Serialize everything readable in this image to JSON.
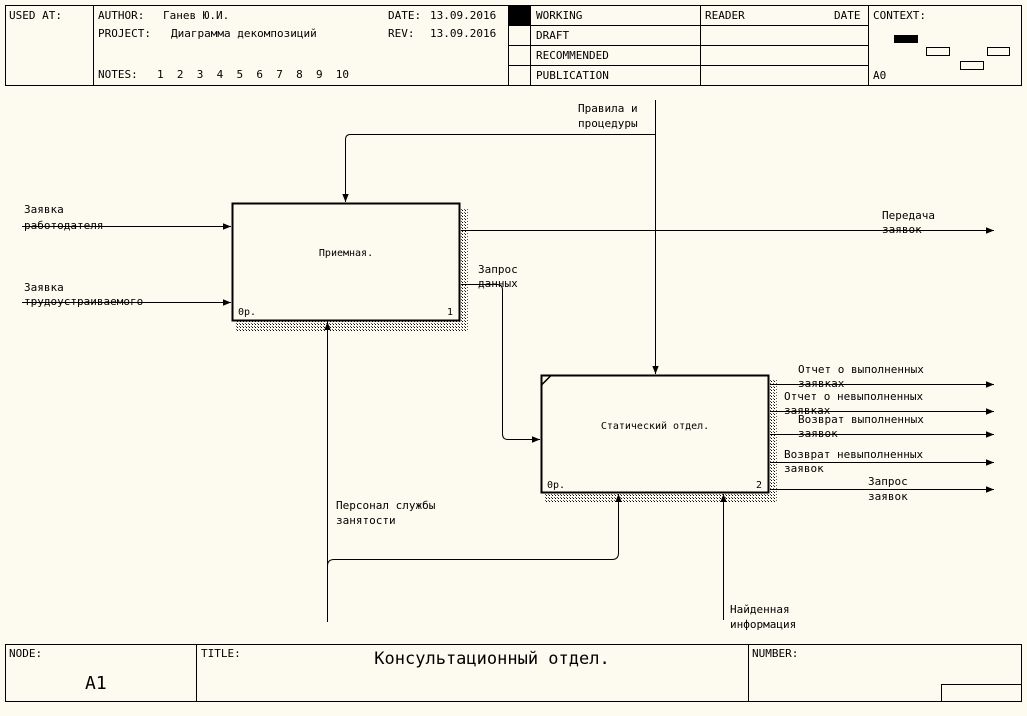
{
  "header": {
    "used_at_label": "USED AT:",
    "author_label": "AUTHOR:",
    "author_value": "Ганев Ю.И.",
    "project_label": "PROJECT:",
    "project_value": "Диаграмма декомпозиций",
    "date_label": "DATE:",
    "date_value": "13.09.2016",
    "rev_label": "REV:",
    "rev_value": "13.09.2016",
    "notes_label": "NOTES:",
    "notes_numbers": "1  2  3  4  5  6  7  8  9  10",
    "status": {
      "working": "WORKING",
      "draft": "DRAFT",
      "recommended": "RECOMMENDED",
      "publication": "PUBLICATION"
    },
    "reader_label": "READER",
    "reader_date_label": "DATE",
    "context_label": "CONTEXT:",
    "context_node": "A0"
  },
  "diagram": {
    "box1": {
      "title": "Приемная.",
      "cost": "0р.",
      "number": "1"
    },
    "box2": {
      "title": "Статический отдел.",
      "cost": "0р.",
      "number": "2"
    },
    "arrows": {
      "rules": [
        "Правила и",
        "процедуры"
      ],
      "in_employer": [
        "Заявка",
        "работодателя"
      ],
      "in_job_seeker": [
        "Заявка",
        "трудоустраиваемого"
      ],
      "out_transfer": [
        "Передача",
        "заявок"
      ],
      "data_request": [
        "Запрос",
        "данных"
      ],
      "personnel": [
        "Персонал службы",
        "занятости"
      ],
      "found_info": [
        "Найденная",
        "информация"
      ],
      "report_done": [
        "Отчет о выполненных",
        "заявках"
      ],
      "report_not_done": [
        "Отчет о невыполненных",
        "заявках"
      ],
      "return_done": [
        "Возврат выполненных",
        "заявок"
      ],
      "return_not_done": [
        "Возврат невыполненных",
        "заявок"
      ],
      "request_out": [
        "Запрос",
        "заявок"
      ]
    }
  },
  "footer": {
    "node_label": "NODE:",
    "node_value": "A1",
    "title_label": "TITLE:",
    "title_value": "Консультационный отдел.",
    "number_label": "NUMBER:"
  }
}
